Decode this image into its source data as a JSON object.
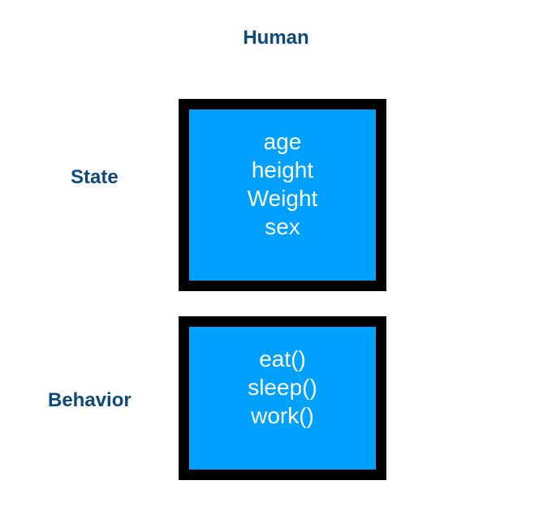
{
  "title": "Human",
  "state": {
    "label": "State",
    "items": [
      "age",
      "height",
      "Weight",
      "sex"
    ]
  },
  "behavior": {
    "label": "Behavior",
    "items": [
      "eat()",
      "sleep()",
      "work()"
    ]
  },
  "colors": {
    "heading": "#0d4a7a",
    "box_fill": "#00a0ff",
    "box_border": "#000000",
    "box_text": "#ffffff"
  }
}
